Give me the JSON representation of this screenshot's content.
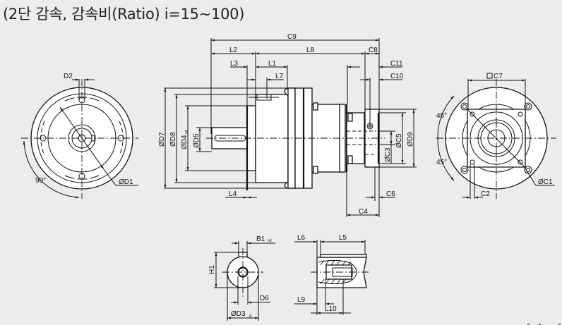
{
  "title": "(2단 감속, 감속비(Ratio) i=15~100)",
  "drawing": {
    "front_view_left": {
      "dimension_labels": {
        "d2": "D2",
        "d1": "ØD1",
        "angle": "90°"
      }
    },
    "side_view": {
      "dimension_labels": {
        "c9": "C9",
        "l2": "L2",
        "l8": "L8",
        "c8": "C8",
        "l3": "L3",
        "l1": "L1",
        "c11": "C11",
        "l7": "L7",
        "c10": "C10",
        "d7": "ØD7",
        "d8": "ØD8",
        "d4": "ØD4",
        "d4_tol": "h6",
        "d5": "ØD5",
        "c3": "ØC3",
        "c5": "ØC5",
        "d9": "ØD9",
        "l4": "L4",
        "c6": "C6",
        "c4": "C4"
      }
    },
    "front_view_right": {
      "dimension_labels": {
        "c7": "C7",
        "c7_symbol": "□",
        "angle_top": "45°",
        "angle_bottom": "45°",
        "c1": "ØC1",
        "c2": "C2"
      }
    },
    "shaft_section": {
      "dimension_labels": {
        "b1": "B1",
        "b1_tol": "h9",
        "h1": "H1",
        "d6": "D6",
        "d3": "ØD3",
        "d3_tol": "j6"
      }
    },
    "shaft_detail": {
      "dimension_labels": {
        "l6": "L6",
        "l5": "L5",
        "l9": "L9",
        "l10": "L10"
      }
    }
  }
}
